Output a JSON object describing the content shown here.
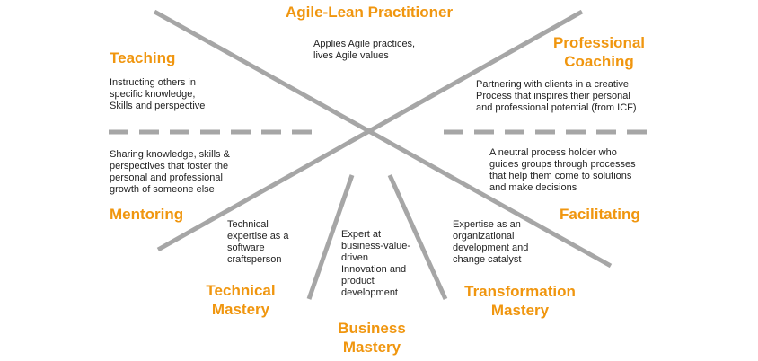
{
  "colors": {
    "accent": "#f0960f",
    "line": "#a6a6a6",
    "text": "#222222"
  },
  "roles": {
    "agile_lean": {
      "title": "Agile-Lean Practitioner",
      "description": "Applies Agile practices,\nlives Agile values"
    },
    "teaching": {
      "title": "Teaching",
      "description": "Instructing others in\nspecific knowledge,\nSkills and perspective"
    },
    "professional_coaching": {
      "title": "Professional\nCoaching",
      "description": "Partnering with clients in a creative\nProcess that inspires their personal\nand professional potential (from ICF)"
    },
    "mentoring": {
      "title": "Mentoring",
      "description": "Sharing knowledge, skills &\nperspectives that foster the\npersonal and professional\ngrowth of someone else"
    },
    "facilitating": {
      "title": "Facilitating",
      "description": "A neutral process holder who\nguides groups through processes\nthat help them come to solutions\nand make decisions"
    },
    "technical_mastery": {
      "title": "Technical\nMastery",
      "description": "Technical\nexpertise as a\nsoftware\ncraftsperson"
    },
    "business_mastery": {
      "title": "Business\nMastery",
      "description": "Expert at\nbusiness-value-\ndriven\nInnovation and\nproduct\ndevelopment"
    },
    "transformation_mastery": {
      "title": "Transformation\nMastery",
      "description": "Expertise as an\norganizational\ndevelopment and\nchange catalyst"
    }
  }
}
